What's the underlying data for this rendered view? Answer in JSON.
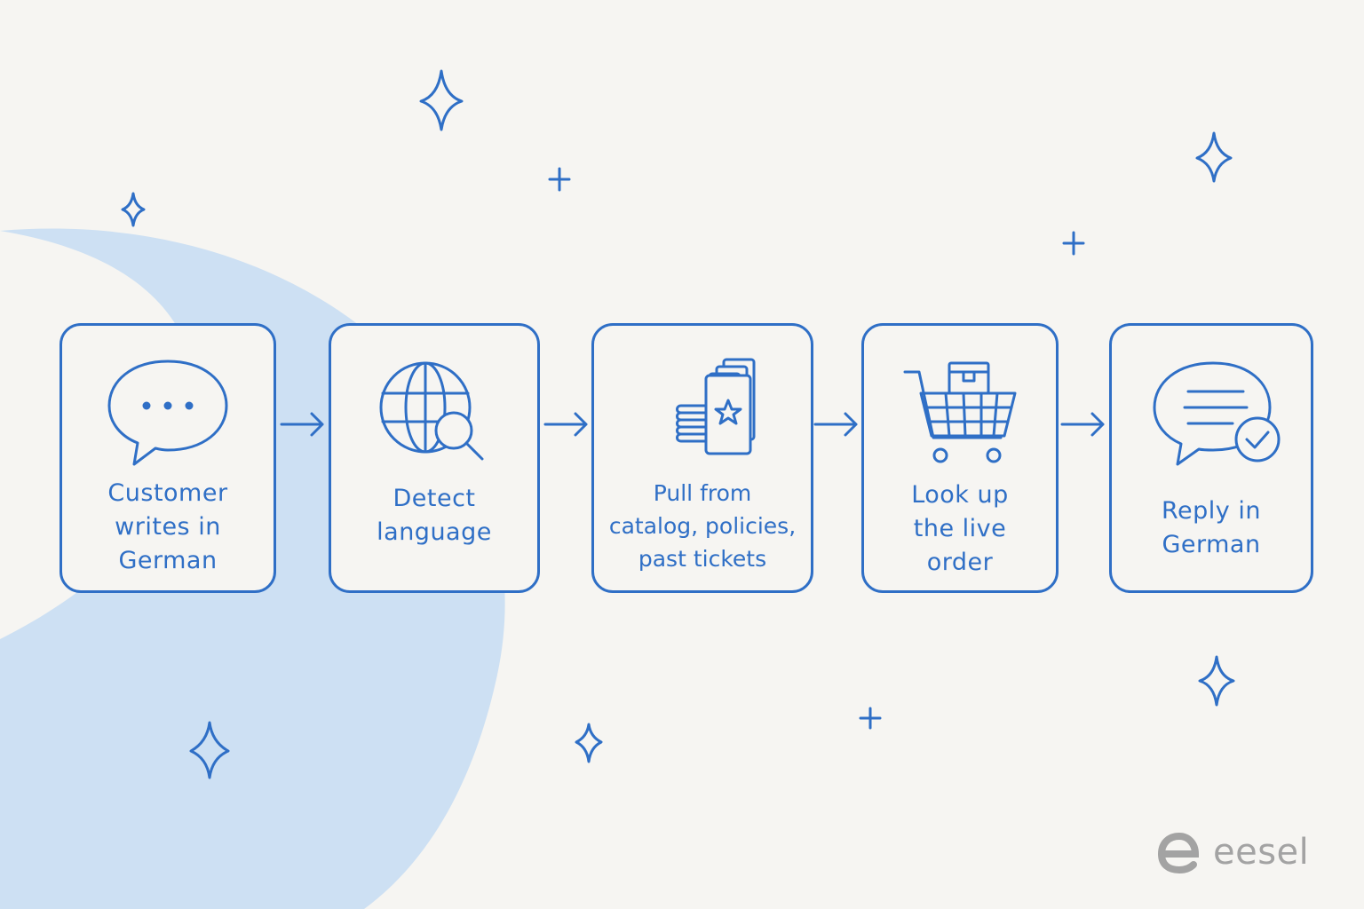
{
  "colors": {
    "ink": "#2f6fc6",
    "background": "#f6f5f2",
    "arc": "#cde0f3",
    "brand": "#a3a3a3"
  },
  "steps": [
    {
      "label": "Customer\nwrites in\nGerman",
      "icon": "speech-bubble-dots-icon"
    },
    {
      "label": "Detect\nlanguage",
      "icon": "globe-search-icon"
    },
    {
      "label": "Pull from\ncatalog, policies,\npast tickets",
      "icon": "document-stack-icon"
    },
    {
      "label": "Look up\nthe live\norder",
      "icon": "shopping-cart-box-icon"
    },
    {
      "label": "Reply in\nGerman",
      "icon": "speech-bubble-check-icon"
    }
  ],
  "brand": {
    "name": "eesel",
    "icon": "eesel-logo-icon"
  }
}
